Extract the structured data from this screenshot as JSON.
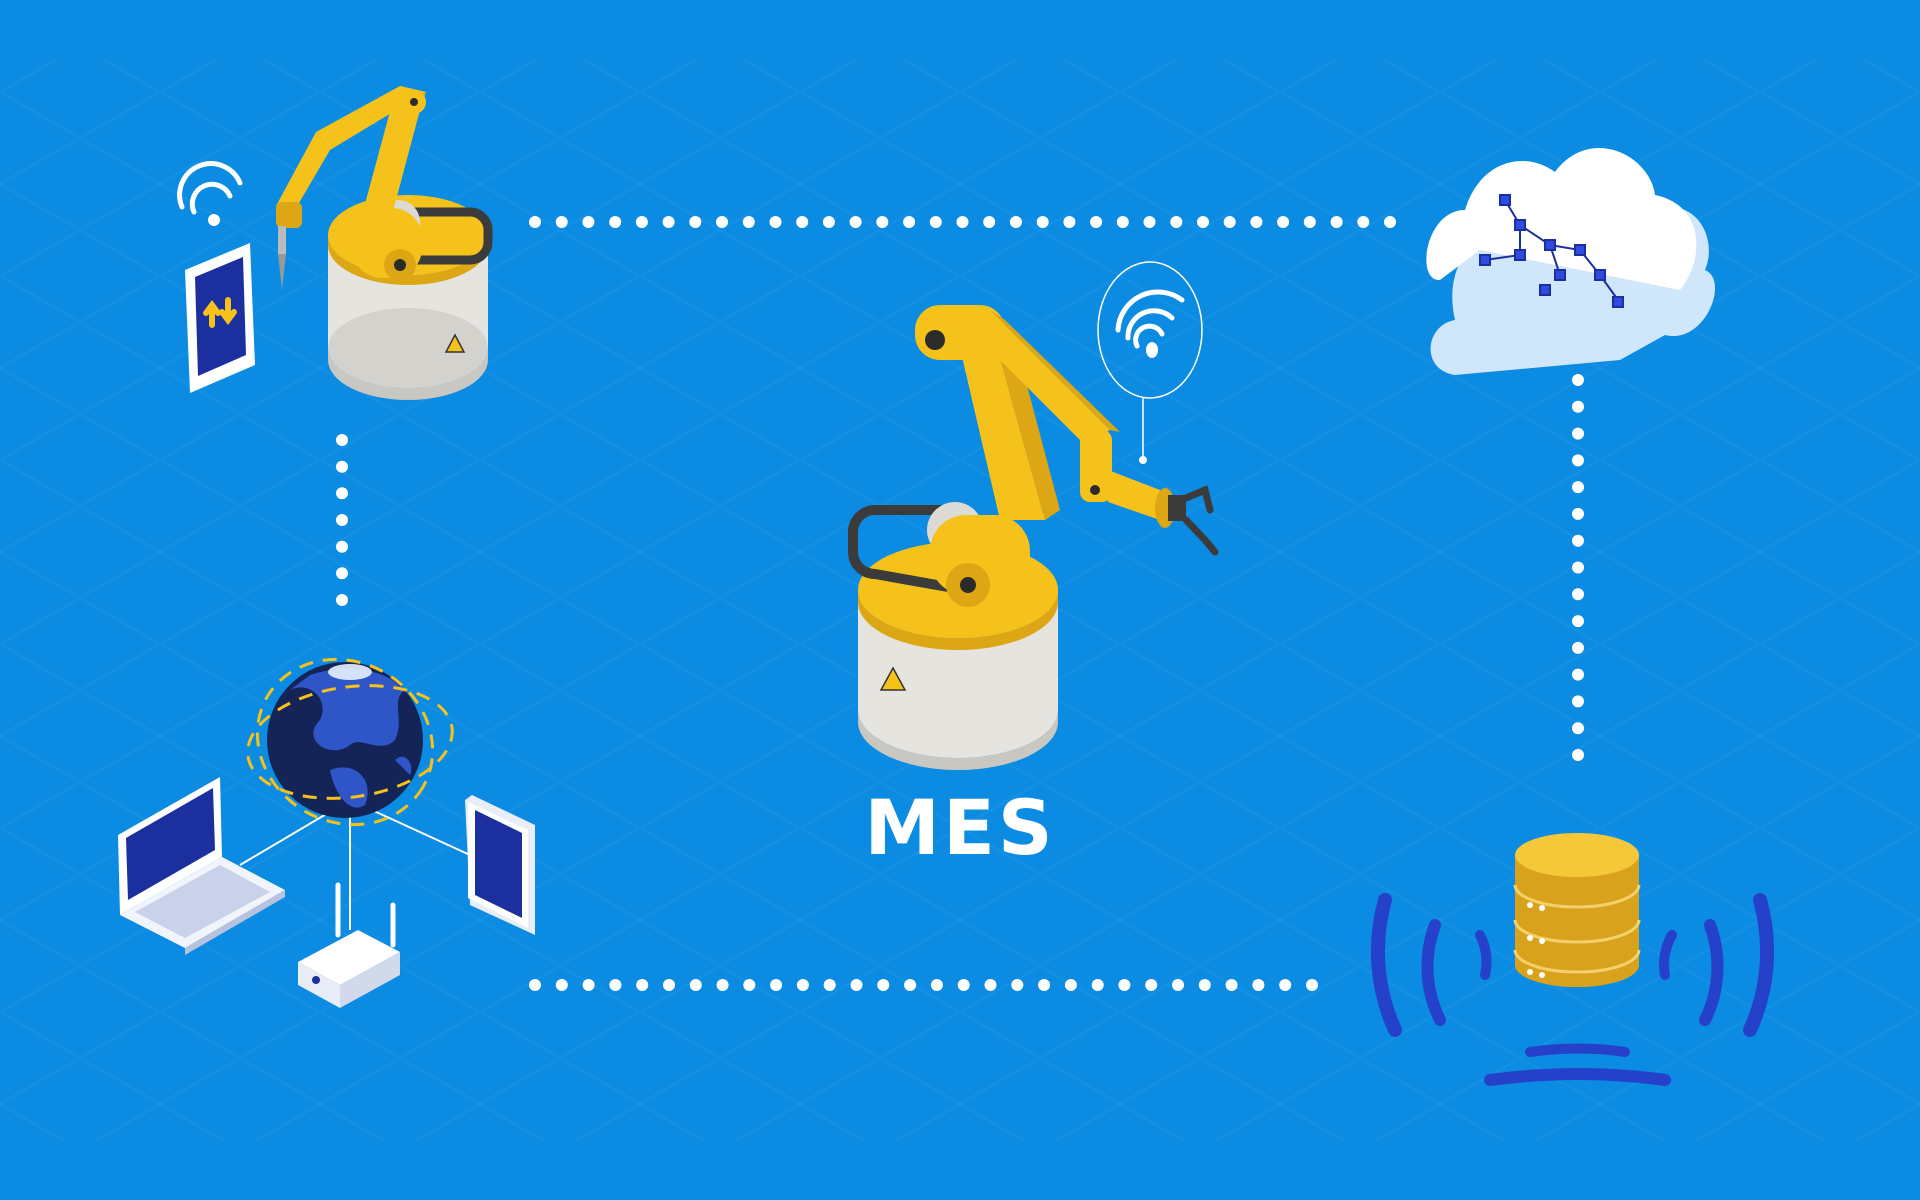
{
  "diagram": {
    "title": "MES",
    "nodes": [
      {
        "id": "robot-arm-drill",
        "icon": "robot-arm-icon"
      },
      {
        "id": "tablet-remote",
        "icon": "tablet-icon"
      },
      {
        "id": "wifi-signal",
        "icon": "wifi-icon"
      },
      {
        "id": "cloud-network",
        "icon": "cloud-icon"
      },
      {
        "id": "robot-arm-gripper",
        "icon": "robot-arm-icon"
      },
      {
        "id": "global-network",
        "icon": "globe-icon"
      },
      {
        "id": "database-server",
        "icon": "database-icon"
      }
    ],
    "connections": [
      {
        "from": "robot-arm-drill",
        "to": "cloud-network",
        "style": "dotted"
      },
      {
        "from": "cloud-network",
        "to": "database-server",
        "style": "dotted"
      },
      {
        "from": "global-network",
        "to": "database-server",
        "style": "dotted"
      },
      {
        "from": "robot-arm-drill",
        "to": "global-network",
        "style": "dotted"
      }
    ]
  },
  "colors": {
    "background": "#0b8be2",
    "robot_yellow": "#f5c21b",
    "robot_base": "#e6e4df",
    "device_blue": "#1b2f9e",
    "globe_navy": "#142456",
    "database_gold": "#f1bf2f",
    "signal_blue": "#2540c9",
    "dots": "#ffffff"
  }
}
